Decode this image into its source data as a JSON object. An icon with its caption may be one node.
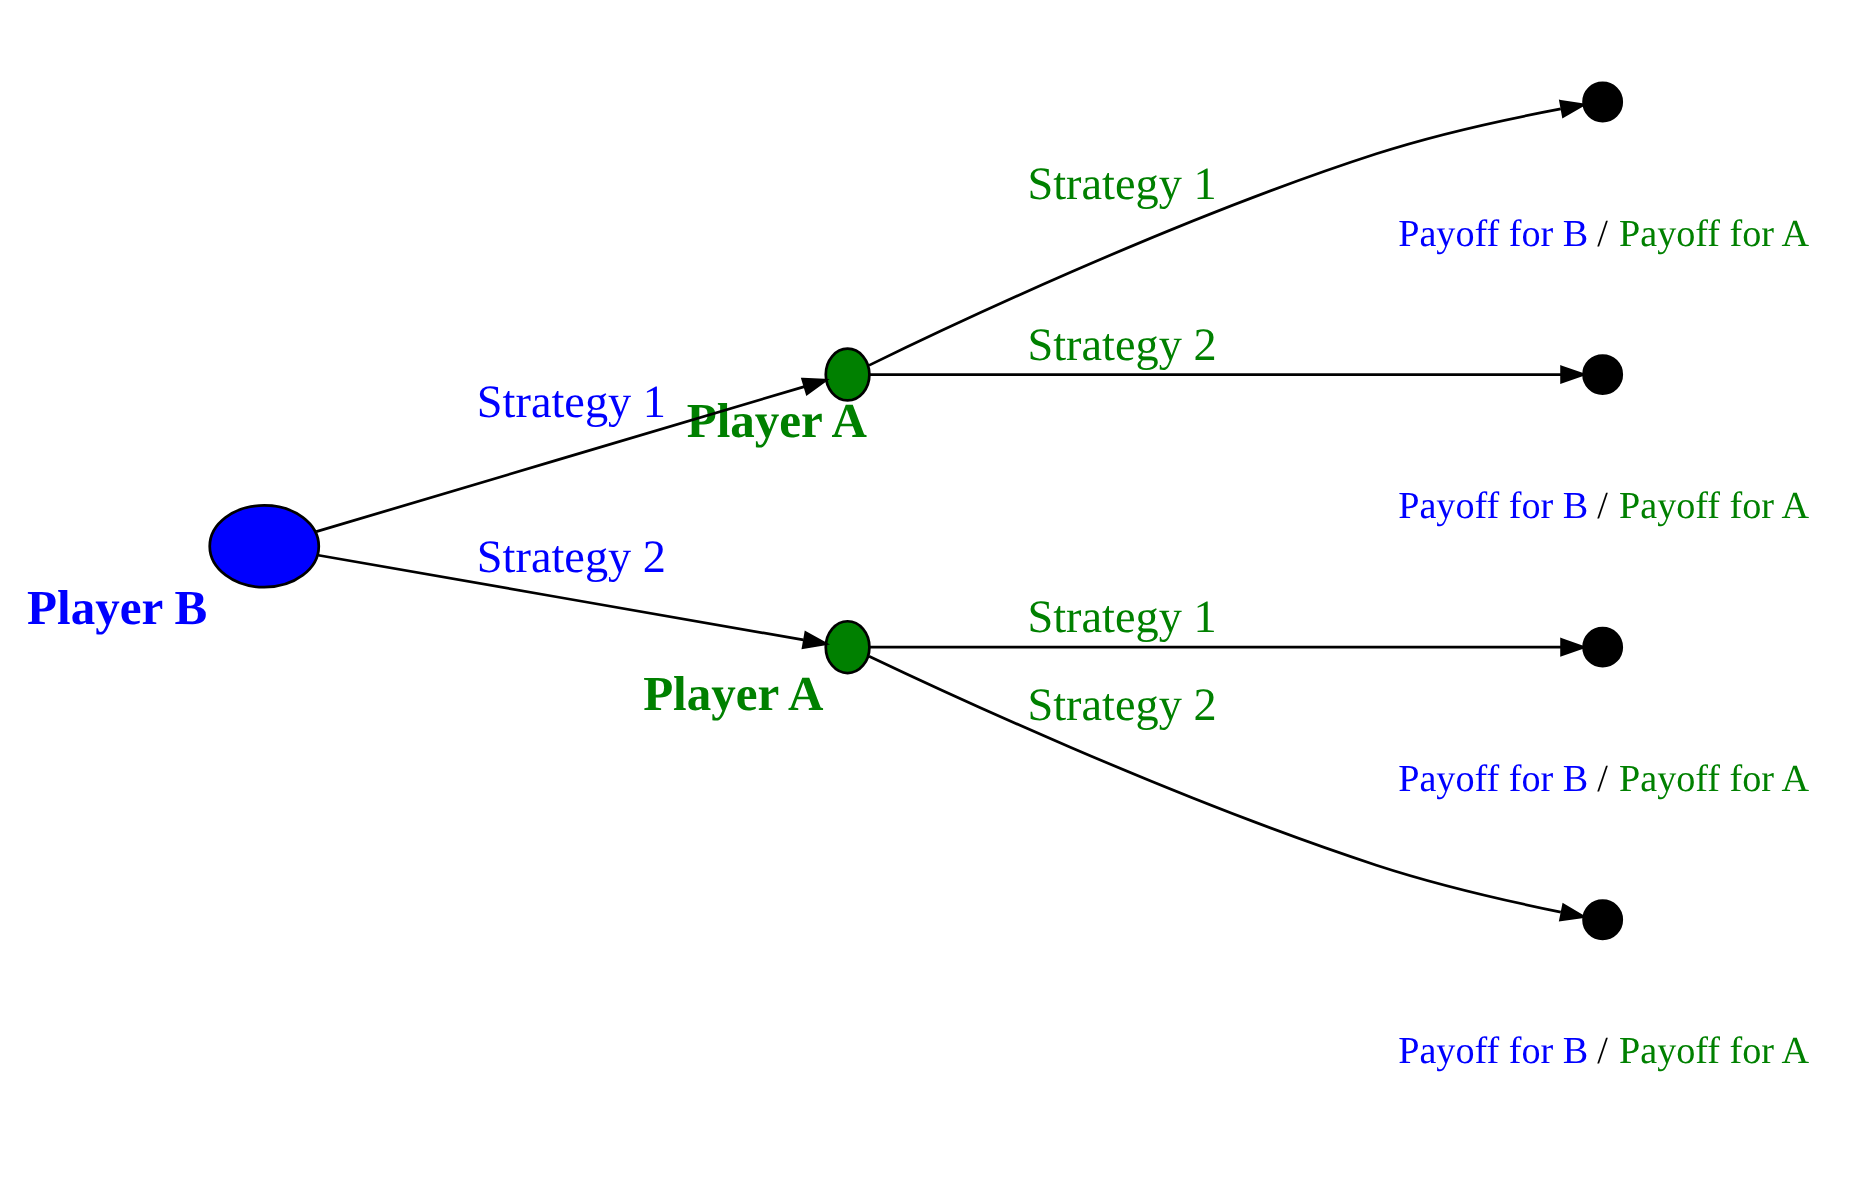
{
  "diagram": {
    "nodes": [
      {
        "text": [
          "Player B"
        ]
      },
      {
        "text": [
          "Player A"
        ]
      },
      {
        "text": [],
        "shape": "circle",
        "beside": [
          "Payoff for B",
          "/",
          "Payoff for A"
        ]
      },
      {
        "text": [],
        "shape": "circle",
        "beside": [
          "Payoff for B",
          "/",
          "Payoff for A"
        ]
      },
      {
        "text": [
          "Player A"
        ]
      },
      {
        "text": [],
        "shape": "circle",
        "beside": [
          "Payoff for B",
          "/",
          "Payoff for A"
        ]
      },
      {
        "text": [],
        "shape": "circle",
        "beside": [
          "Payoff for B",
          "/",
          "Payoff for A"
        ]
      }
    ],
    "edges": [
      {
        "from": 0,
        "to": 1,
        "arrow": "to",
        "label": "Strategy 1"
      },
      {
        "from": 0,
        "to": 4,
        "arrow": "to",
        "label": "Strategy 2"
      },
      {
        "from": 1,
        "to": 2,
        "arrow": "to",
        "label": "Strategy 1"
      },
      {
        "from": 1,
        "to": 3,
        "arrow": "to",
        "label": "Strategy 2"
      },
      {
        "from": 4,
        "to": 5,
        "arrow": "to",
        "label": "Strategy 1"
      },
      {
        "from": 4,
        "to": 6,
        "arrow": "to",
        "label": "Strategy 2"
      }
    ]
  }
}
